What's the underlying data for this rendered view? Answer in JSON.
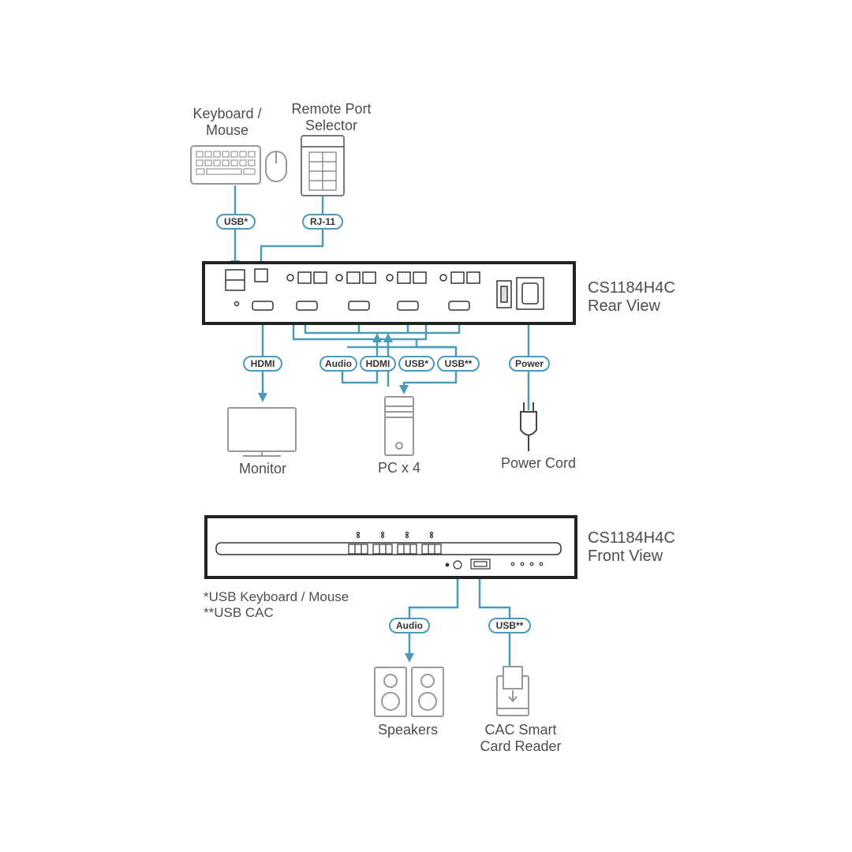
{
  "devices": {
    "keyboard_mouse": "Keyboard /\nMouse",
    "remote_port_selector": "Remote Port\nSelector",
    "monitor": "Monitor",
    "pc": "PC x 4",
    "power_cord": "Power Cord",
    "speakers": "Speakers",
    "cac_reader": "CAC Smart\nCard Reader"
  },
  "views": {
    "rear_title": "CS1184H4C\nRear View",
    "front_title": "CS1184H4C\nFront View"
  },
  "connectors": {
    "keyboard_usb": "USB*",
    "rj11": "RJ-11",
    "monitor_hdmi": "HDMI",
    "pc_audio": "Audio",
    "pc_hdmi": "HDMI",
    "pc_usb": "USB*",
    "pc_usb_cac": "USB**",
    "power": "Power",
    "front_audio": "Audio",
    "front_usb_cac": "USB**"
  },
  "notes": {
    "note1": "*USB Keyboard / Mouse",
    "note2": "**USB CAC"
  },
  "colors": {
    "cable": "#4a9ab8",
    "device_stroke": "#888888",
    "panel_stroke": "#222222"
  }
}
